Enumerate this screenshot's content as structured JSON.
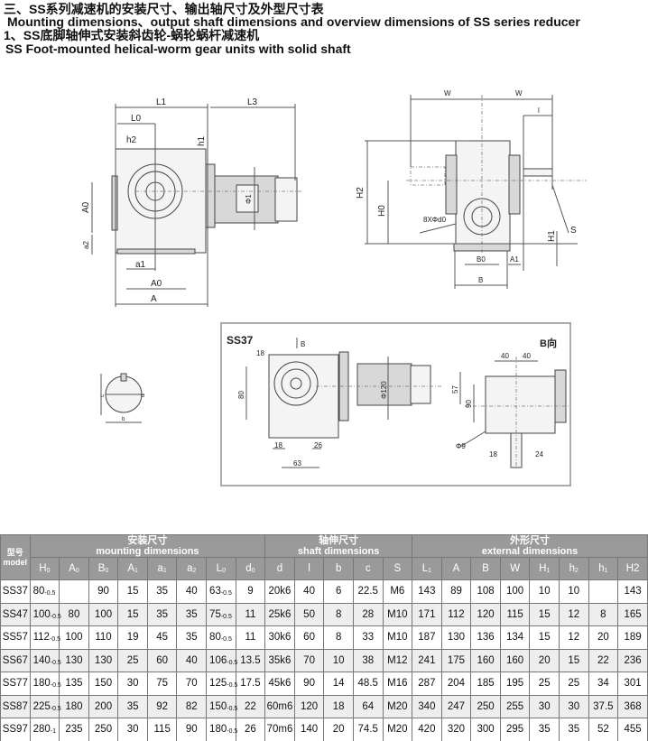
{
  "titles": {
    "line1": "三、SS系列减速机的安装尺寸、输出轴尺寸及外型尺寸表",
    "line2": "Mounting dimensions、output shaft dimensions and overview dimensions of SS series reducer",
    "line3": "1、SS底脚轴伸式安装斜齿轮-蜗轮蜗杆减速机",
    "line4": "SS Foot-mounted helical-worm gear units with solid shaft"
  },
  "drawing_side": {
    "L1": "L1",
    "L3": "L3",
    "L0": "L0",
    "h2": "h2",
    "h1": "h1",
    "A0_v": "A0",
    "a2": "a2",
    "a1": "a1",
    "A0_h": "A0",
    "A": "A",
    "phi1": "Φ1"
  },
  "drawing_front": {
    "W1": "W",
    "W2": "W",
    "l": "l",
    "H2": "H2",
    "H0": "H0",
    "holes": "8XΦd0",
    "S": "S",
    "H1": "H1",
    "B0": "B0",
    "A1": "A1",
    "B": "B"
  },
  "ss37": {
    "title": "SS37",
    "arrow_b": "B",
    "d18": "18",
    "d80": "80",
    "phi120": "Φ120",
    "d18b": "18",
    "d26": "26",
    "d63": "63",
    "view_title": "B向",
    "d40a": "40",
    "d40b": "40",
    "d57": "57",
    "d90": "90",
    "phi9": "Φ9",
    "d18c": "18",
    "d24": "24"
  },
  "shaft_detail": {
    "c": "c",
    "d": "d",
    "b": "b"
  },
  "table": {
    "model_cn": "型号",
    "model_en": "model",
    "groups": [
      {
        "cn": "安装尺寸",
        "en": "mounting dimensions",
        "span": 8
      },
      {
        "cn": "轴伸尺寸",
        "en": "shaft dimensions",
        "span": 5
      },
      {
        "cn": "外形尺寸",
        "en": "external dimensions",
        "span": 8
      }
    ],
    "columns": [
      [
        "H",
        "0"
      ],
      [
        "A",
        "0"
      ],
      [
        "B",
        "0"
      ],
      [
        "A",
        "1"
      ],
      [
        "a",
        "1"
      ],
      [
        "a",
        "2"
      ],
      [
        "L",
        "0"
      ],
      [
        "d",
        "0"
      ],
      [
        "d",
        ""
      ],
      [
        "l",
        ""
      ],
      [
        "b",
        ""
      ],
      [
        "c",
        ""
      ],
      [
        "S",
        ""
      ],
      [
        "L",
        "1"
      ],
      [
        "A",
        ""
      ],
      [
        "B",
        ""
      ],
      [
        "W",
        ""
      ],
      [
        "H",
        "1"
      ],
      [
        "h",
        "2"
      ],
      [
        "h",
        "1"
      ],
      [
        "H2",
        ""
      ]
    ],
    "rows": [
      [
        "SS37",
        [
          "80",
          "-0.5"
        ],
        "",
        "90",
        "15",
        "35",
        "40",
        [
          "63",
          "-0.5"
        ],
        "9",
        "20k6",
        "40",
        "6",
        "22.5",
        "M6",
        "143",
        "89",
        "108",
        "100",
        "10",
        "10",
        "",
        "143"
      ],
      [
        "SS47",
        [
          "100",
          "-0.5"
        ],
        "80",
        "100",
        "15",
        "35",
        "35",
        [
          "75",
          "-0.5"
        ],
        "11",
        "25k6",
        "50",
        "8",
        "28",
        "M10",
        "171",
        "112",
        "120",
        "115",
        "15",
        "12",
        "8",
        "165"
      ],
      [
        "SS57",
        [
          "112",
          "-0.5"
        ],
        "100",
        "110",
        "19",
        "45",
        "35",
        [
          "80",
          "-0.5"
        ],
        "11",
        "30k6",
        "60",
        "8",
        "33",
        "M10",
        "187",
        "130",
        "136",
        "134",
        "15",
        "12",
        "20",
        "189"
      ],
      [
        "SS67",
        [
          "140",
          "-0.5"
        ],
        "130",
        "130",
        "25",
        "60",
        "40",
        [
          "106",
          "-0.5"
        ],
        "13.5",
        "35k6",
        "70",
        "10",
        "38",
        "M12",
        "241",
        "175",
        "160",
        "160",
        "20",
        "15",
        "22",
        "236"
      ],
      [
        "SS77",
        [
          "180",
          "-0.5"
        ],
        "135",
        "150",
        "30",
        "75",
        "70",
        [
          "125",
          "-0.5"
        ],
        "17.5",
        "45k6",
        "90",
        "14",
        "48.5",
        "M16",
        "287",
        "204",
        "185",
        "195",
        "25",
        "25",
        "34",
        "301"
      ],
      [
        "SS87",
        [
          "225",
          "-0.5"
        ],
        "180",
        "200",
        "35",
        "92",
        "82",
        [
          "150",
          "-0.5"
        ],
        "22",
        "60m6",
        "120",
        "18",
        "64",
        "M20",
        "340",
        "247",
        "250",
        "255",
        "30",
        "30",
        "37.5",
        "368"
      ],
      [
        "SS97",
        [
          "280",
          "-1"
        ],
        "235",
        "250",
        "30",
        "115",
        "90",
        [
          "180",
          "-0.5"
        ],
        "26",
        "70m6",
        "140",
        "20",
        "74.5",
        "M20",
        "420",
        "320",
        "300",
        "295",
        "35",
        "35",
        "52",
        "455"
      ]
    ]
  },
  "colors": {
    "header_bg": "#9a9a9a",
    "alt_row": "#eeeeee"
  }
}
